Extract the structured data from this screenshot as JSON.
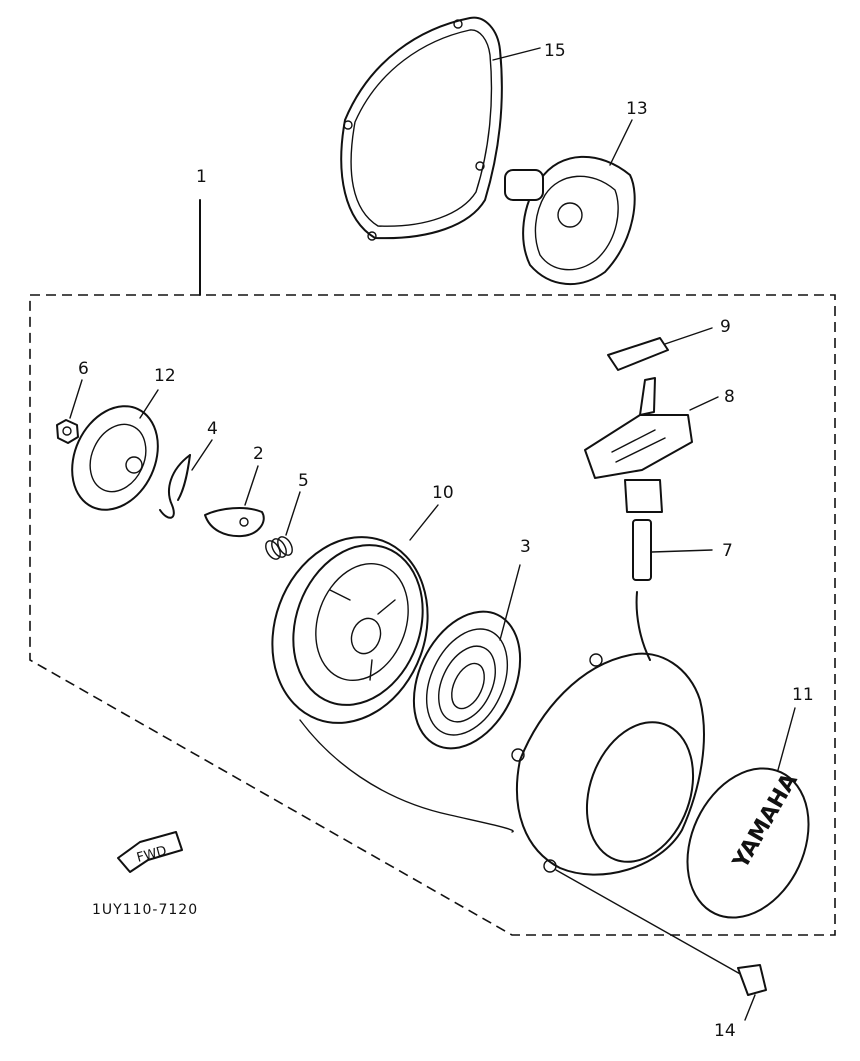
{
  "part_labels": {
    "p1": "1",
    "p2": "2",
    "p3": "3",
    "p4": "4",
    "p5": "5",
    "p6": "6",
    "p7": "7",
    "p8": "8",
    "p9": "9",
    "p10": "10",
    "p11": "11",
    "p12": "12",
    "p13": "13",
    "p14": "14",
    "p15": "15"
  },
  "fwd_label": "FWD",
  "diagram_code": "1UY110-7120",
  "cover_logo_text": "YAMAHA"
}
